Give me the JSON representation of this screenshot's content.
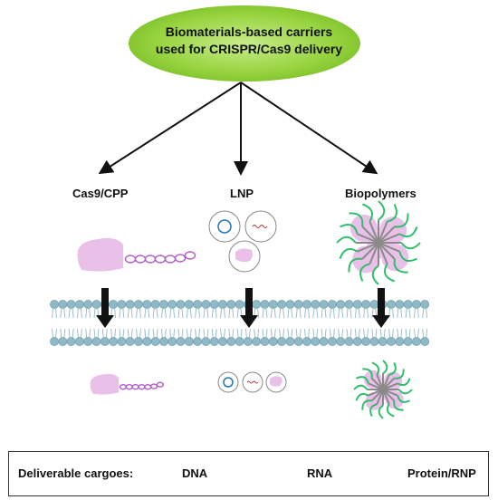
{
  "title": {
    "line1": "Biomaterials-based carriers",
    "line2": "used for CRISPR/Cas9 delivery"
  },
  "branches": [
    {
      "label": "Cas9/CPP"
    },
    {
      "label": "LNP"
    },
    {
      "label": "Biopolymers"
    }
  ],
  "legend": {
    "heading": "Deliverable cargoes:",
    "items": [
      {
        "label": "DNA",
        "icon": "dna-ring-icon"
      },
      {
        "label": "RNA",
        "icon": "rna-wave-icon"
      },
      {
        "label": "Protein/RNP",
        "icon": "protein-blob-icon"
      }
    ]
  },
  "colors": {
    "ellipse_fill": "#97d33f",
    "ellipse_edge": "#c8ec8a",
    "membrane_head": "#8fb9c6",
    "membrane_head_edge": "#6d9aa8",
    "protein": "#e8c0e8",
    "linker": "#b25cc8",
    "dna": "#1f78b4",
    "rna": "#a8323c",
    "biopolymer_arm": "#2dbf6a",
    "arrow": "#111111"
  }
}
